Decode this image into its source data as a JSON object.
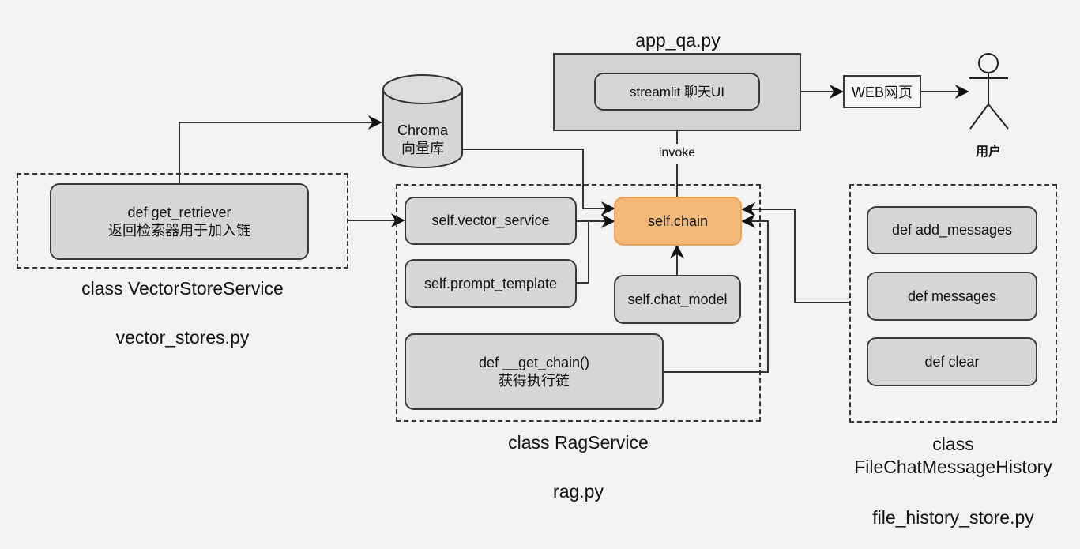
{
  "app": {
    "file": "app_qa.py",
    "ui_node": "streamlit 聊天UI",
    "web_box": "WEB网页",
    "actor_label": "用户",
    "edge_label": "invoke"
  },
  "database": {
    "line1": "Chroma",
    "line2": "向量库"
  },
  "vector_store": {
    "method_line1": "def get_retriever",
    "method_line2": "返回检索器用于加入链",
    "class_label": "class VectorStoreService",
    "file": "vector_stores.py"
  },
  "rag": {
    "vector_service": "self.vector_service",
    "prompt_template": "self.prompt_template",
    "chain": "self.chain",
    "chat_model": "self.chat_model",
    "get_chain_line1": "def __get_chain()",
    "get_chain_line2": "获得执行链",
    "class_label": "class RagService",
    "file": "rag.py"
  },
  "history": {
    "methods": [
      "def add_messages",
      "def messages",
      "def clear"
    ],
    "class_line1": "class",
    "class_line2": "FileChatMessageHistory",
    "file": "file_history_store.py"
  },
  "colors": {
    "background": "#f3f3f1",
    "node_fill": "#d6d6d6",
    "highlight_fill": "#f5b877",
    "highlight_border": "#eea25a",
    "stroke": "#333333"
  }
}
